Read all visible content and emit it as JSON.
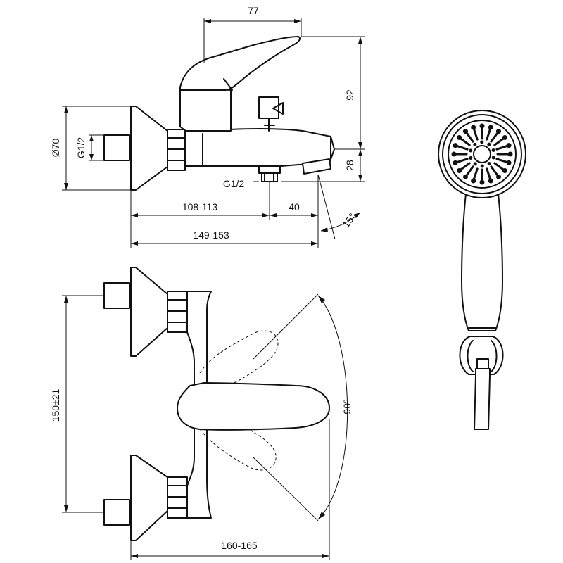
{
  "dimensions": {
    "spout_width": "77",
    "height_92": "92",
    "height_28": "28",
    "diameter": "Ø70",
    "inlet_thread_left": "G1/2",
    "outlet_thread": "G1/2",
    "length_108_113": "108-113",
    "length_40": "40",
    "length_149_153": "149-153",
    "angle_15": "15°",
    "centre_distance": "150±21",
    "angle_90": "90°",
    "width_160_165": "160-165"
  }
}
